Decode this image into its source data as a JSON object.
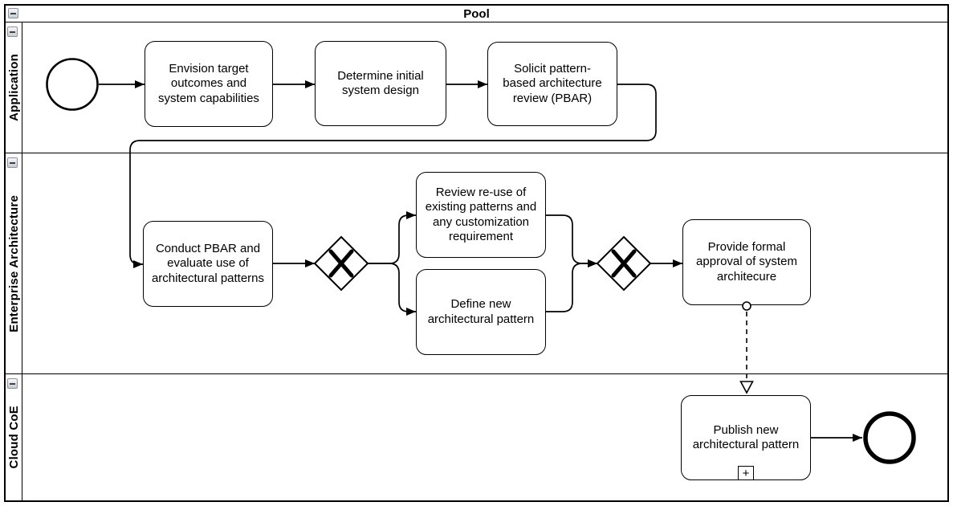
{
  "pool": {
    "title": "Pool",
    "lanes": [
      {
        "id": "application",
        "label": "Application"
      },
      {
        "id": "enterprise-architecture",
        "label": "Enterprise Architecture"
      },
      {
        "id": "cloud-coe",
        "label": "Cloud CoE"
      }
    ]
  },
  "tasks": {
    "envision": {
      "label": "Envision target\noutcomes and\nsystem capabilities"
    },
    "determine": {
      "label": "Determine initial\nsystem design"
    },
    "solicit": {
      "label": "Solicit pattern-\nbased architecture\nreview (PBAR)"
    },
    "conduct": {
      "label": "Conduct PBAR and\nevaluate use of\narchitectural patterns"
    },
    "review": {
      "label": "Review re-use of\nexisting patterns and\nany customization\nrequirement"
    },
    "define": {
      "label": "Define new\narchitectural pattern"
    },
    "approve": {
      "label": "Provide formal\napproval of system\narchitecure"
    },
    "publish": {
      "label": "Publish new\narchitectural pattern",
      "marker": "+"
    }
  },
  "gateways": {
    "split": {
      "type": "exclusive",
      "marker": "X"
    },
    "merge": {
      "type": "exclusive",
      "marker": "X"
    }
  },
  "events": {
    "start": {
      "type": "start-event"
    },
    "end": {
      "type": "end-event"
    }
  },
  "icons": {
    "collapse": "minus-square",
    "gateway_marker": "x-cross",
    "subprocess_marker": "plus-square",
    "message_flow_end": "open-triangle",
    "message_flow_start": "open-circle"
  },
  "colors": {
    "stroke": "#000000",
    "fill": "#ffffff",
    "collapse_button": "#c7ccd4"
  }
}
